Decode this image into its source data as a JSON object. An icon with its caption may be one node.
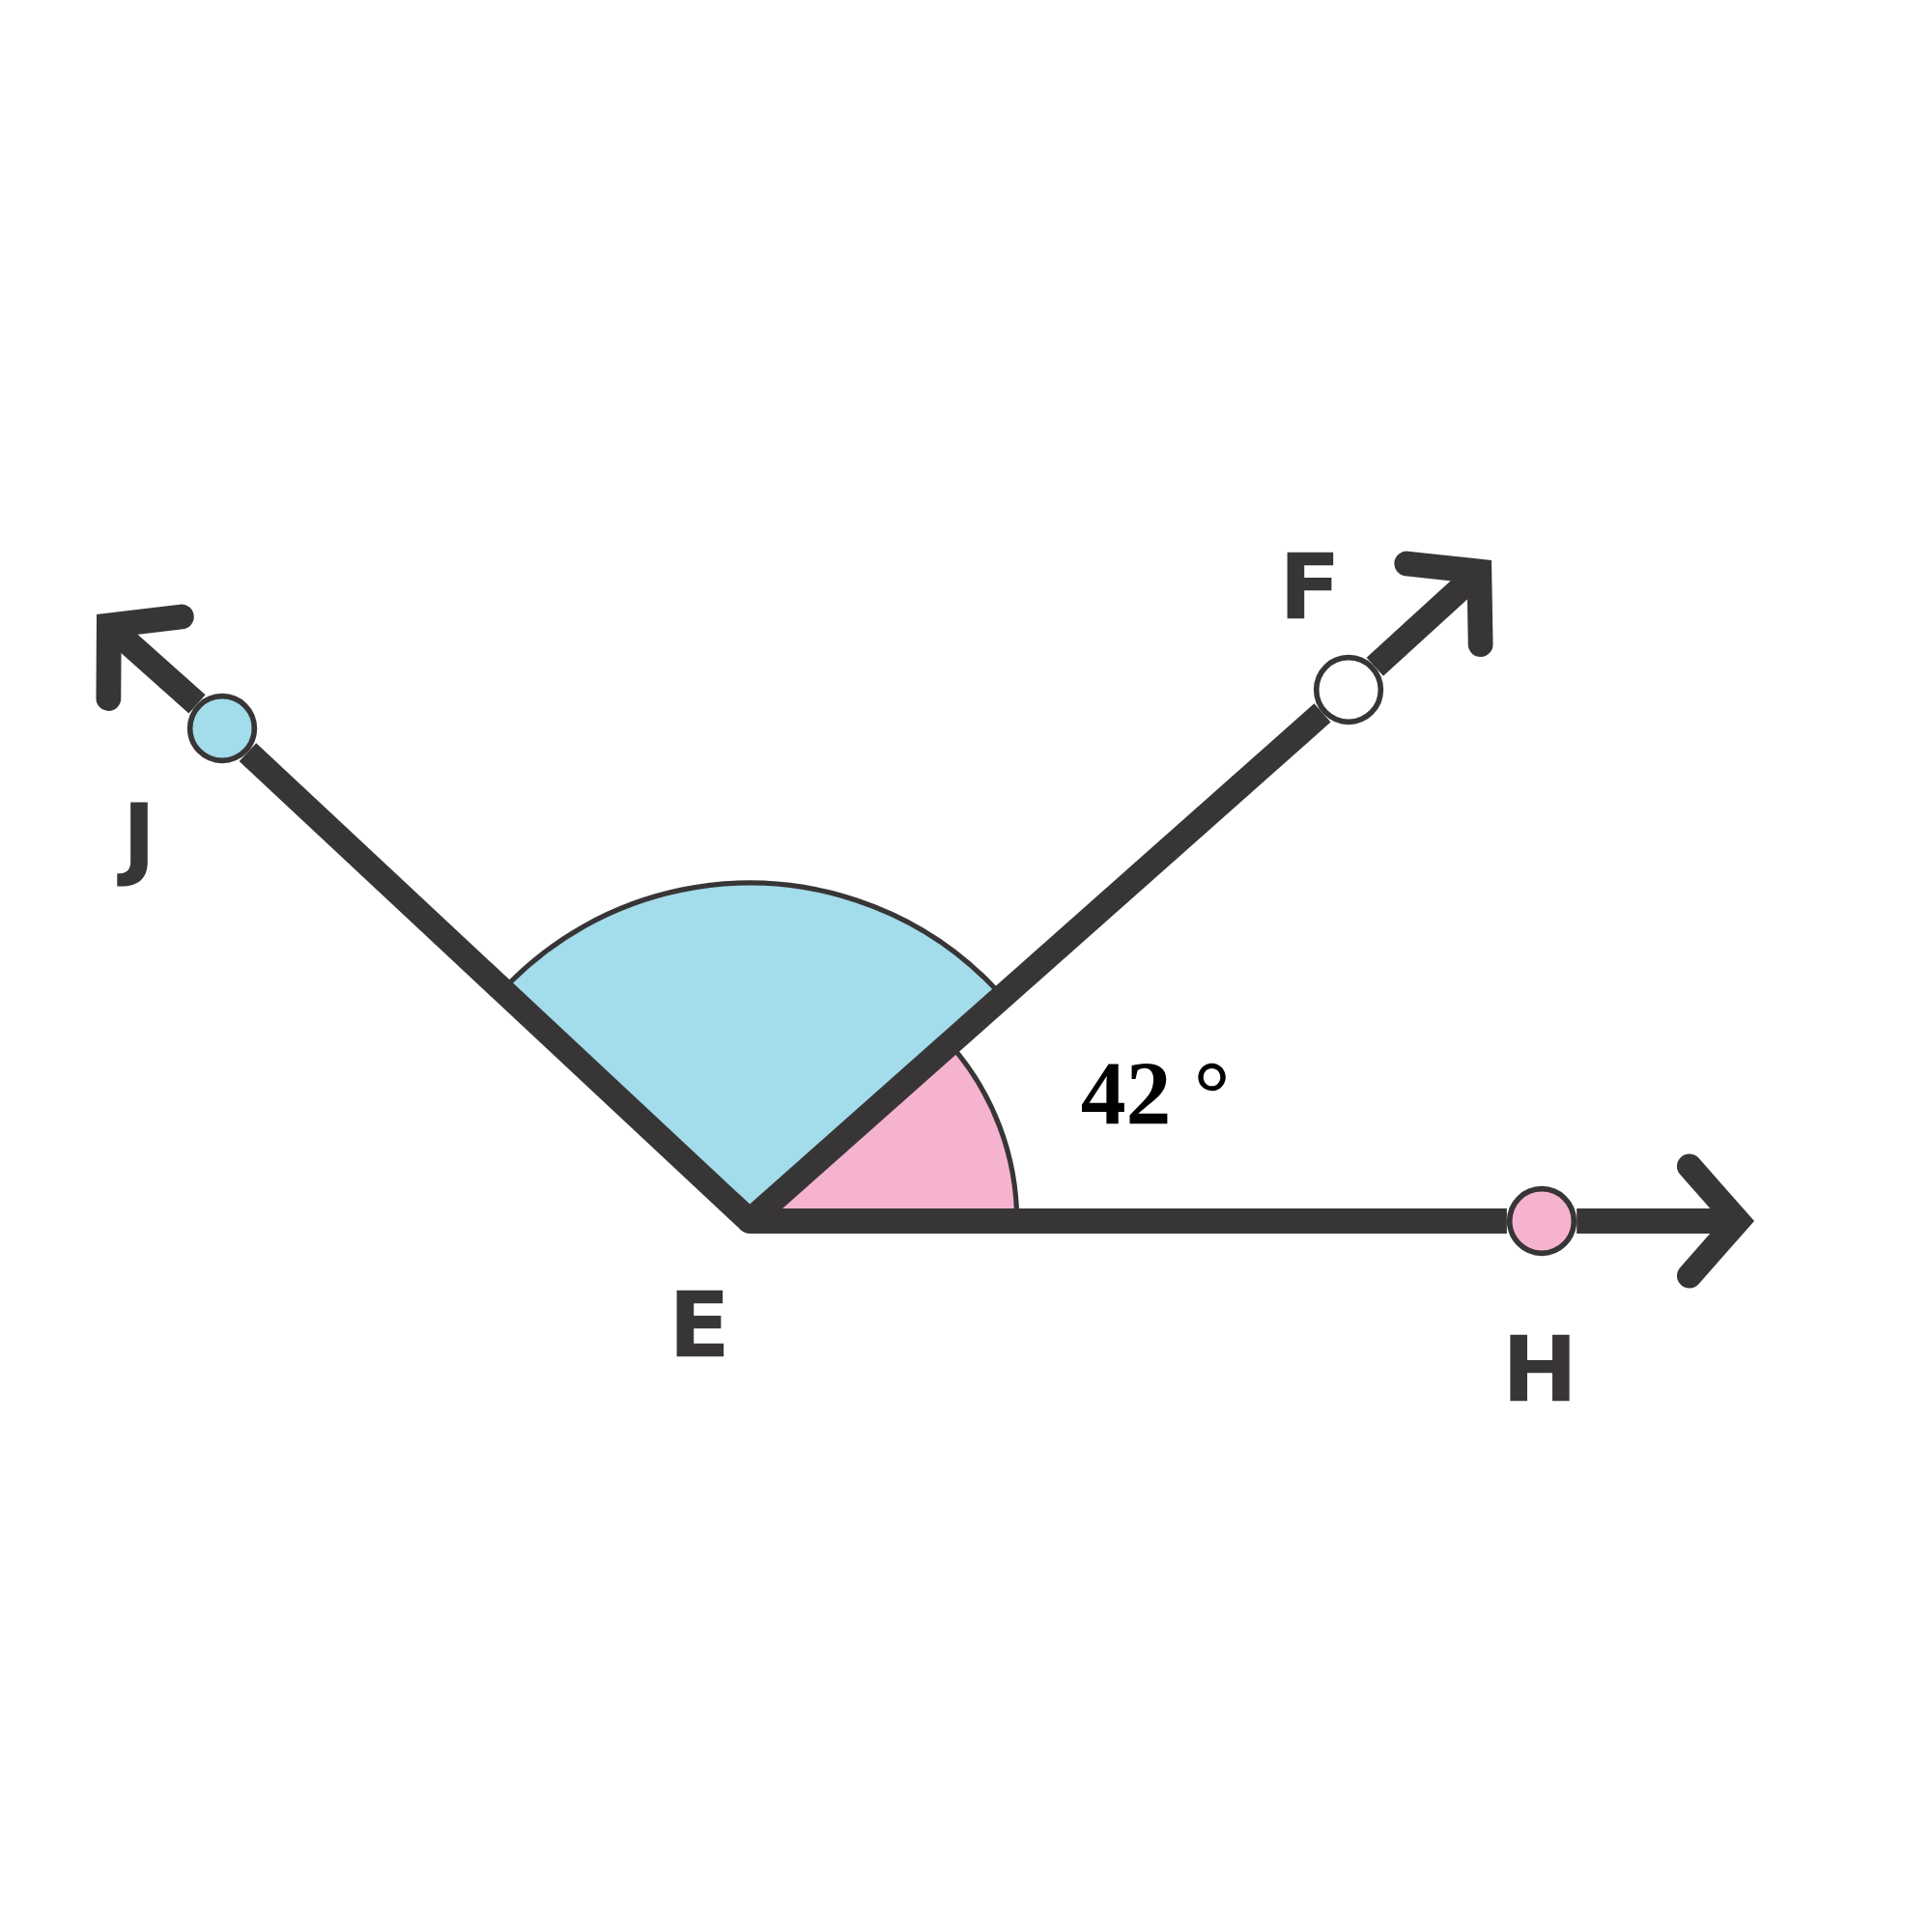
{
  "diagram": {
    "nodes": [
      {
        "text": [],
        "shape": "point",
        "beside": [
          "E"
        ]
      },
      {
        "text": [],
        "shape": "circle",
        "beside": [
          "J"
        ]
      },
      {
        "text": [],
        "shape": "circle",
        "beside": [
          "F"
        ]
      },
      {
        "text": [],
        "shape": "circle",
        "beside": [
          "H"
        ]
      }
    ],
    "edges": [
      {
        "from": 0,
        "to": 1,
        "arrow": "none"
      },
      {
        "from": 1,
        "to": null,
        "arrow": "to"
      },
      {
        "from": 0,
        "to": 2,
        "arrow": "none"
      },
      {
        "from": 2,
        "to": null,
        "arrow": "to"
      },
      {
        "from": 0,
        "to": 3,
        "arrow": "none"
      },
      {
        "from": 3,
        "to": null,
        "arrow": "to"
      }
    ],
    "labels": [
      "42 °"
    ]
  }
}
